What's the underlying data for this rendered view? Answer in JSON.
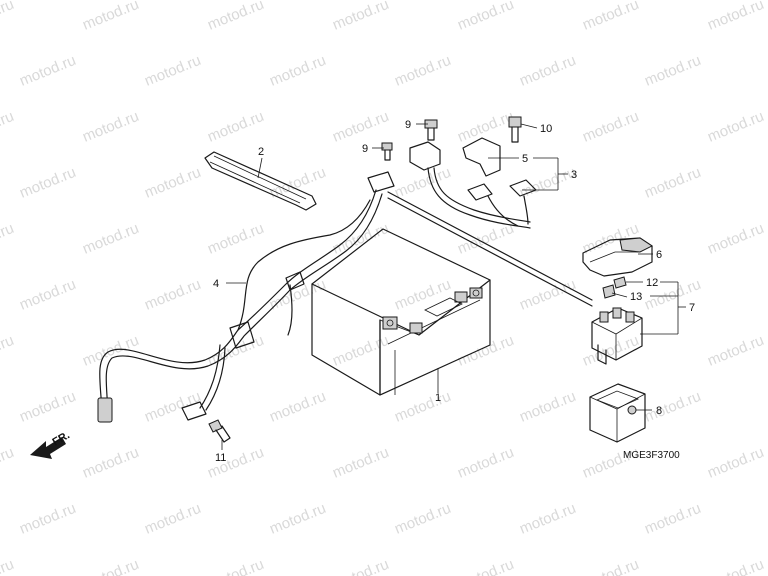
{
  "watermark": "motod.ru",
  "diagram_code": "MGE3F3700",
  "direction_arrow_text": "FR.",
  "callouts": {
    "battery": "1",
    "band": "2",
    "harness_sub": "3",
    "harness": "4",
    "cable_5": "5",
    "cover_6": "6",
    "relay_7": "7",
    "holder_8": "8",
    "bolt_9a": "9",
    "bolt_9b": "9",
    "bolt_10": "10",
    "bolt_11": "11",
    "fuse_12": "12",
    "fuse_13": "13"
  },
  "colors": {
    "line": "#1a1a1a",
    "watermark": "#d9d9d9",
    "background": "#ffffff"
  }
}
